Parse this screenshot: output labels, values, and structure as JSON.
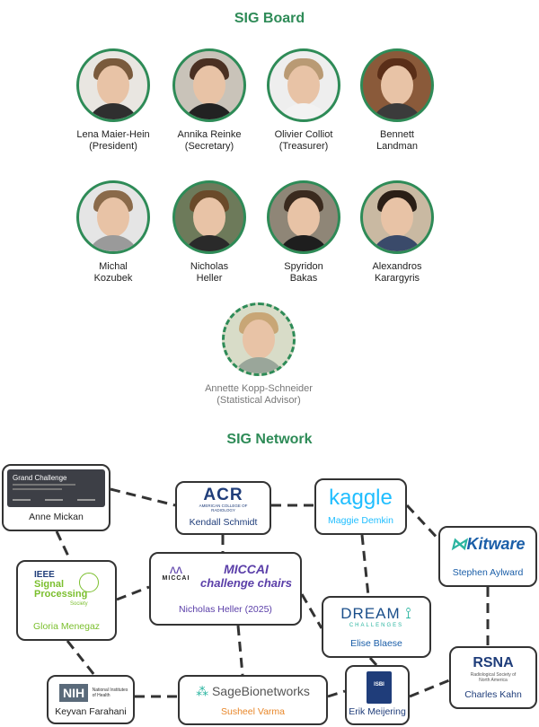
{
  "board": {
    "title": "SIG Board",
    "members": [
      {
        "name": "Lena Maier-Hein",
        "role": "(President)"
      },
      {
        "name": "Annika Reinke",
        "role": "(Secretary)"
      },
      {
        "name": "Olivier Colliot",
        "role": "(Treasurer)"
      },
      {
        "name": "Bennett",
        "role": "Landman"
      },
      {
        "name": "Michal",
        "role": "Kozubek"
      },
      {
        "name": "Nicholas",
        "role": "Heller"
      },
      {
        "name": "Spyridon",
        "role": "Bakas"
      },
      {
        "name": "Alexandros",
        "role": "Karargyris"
      }
    ],
    "advisor": {
      "name": "Annette Kopp-Schneider",
      "role": "(Statistical Advisor)"
    }
  },
  "network": {
    "title": "SIG Network",
    "nodes": {
      "grand_challenge": {
        "logo": "Grand Challenge",
        "person": "Anne Mickan"
      },
      "acr": {
        "logo": "ACR",
        "logo_sub": "AMERICAN COLLEGE OF RADIOLOGY",
        "person": "Kendall Schmidt"
      },
      "kaggle": {
        "logo": "kaggle",
        "person": "Maggie Demkin"
      },
      "kitware": {
        "logo": "Kitware",
        "person": "Stephen Aylward"
      },
      "ieee": {
        "logo_line1": "IEEE",
        "logo_line2": "Signal",
        "logo_line3": "Processing",
        "logo_line4": "Society",
        "person": "Gloria Menegaz"
      },
      "miccai": {
        "logo": "MICCAI",
        "title_line1": "MICCAI",
        "title_line2": "challenge chairs",
        "person": "Nicholas Heller (2025)"
      },
      "dream": {
        "logo": "DREAM",
        "logo_sub": "CHALLENGES",
        "person": "Elise Blaese"
      },
      "rsna": {
        "logo": "RSNA",
        "logo_sub": "Radiological Society of North America",
        "person": "Charles Kahn"
      },
      "nih": {
        "logo": "NIH",
        "logo_sub": "National Institutes of Health",
        "person": "Keyvan Farahani"
      },
      "sage": {
        "logo": "SageBionetworks",
        "person": "Susheel Varma"
      },
      "isbi": {
        "logo": "ISBI",
        "person": "Erik Meijering"
      }
    },
    "colors": {
      "accent": "#2e8b57",
      "acr_blue": "#1f3d7a",
      "kaggle": "#20beff",
      "kitware": "#1a5ea8",
      "ieee_green": "#7bbf2e",
      "sage_orange": "#e8872a"
    }
  }
}
